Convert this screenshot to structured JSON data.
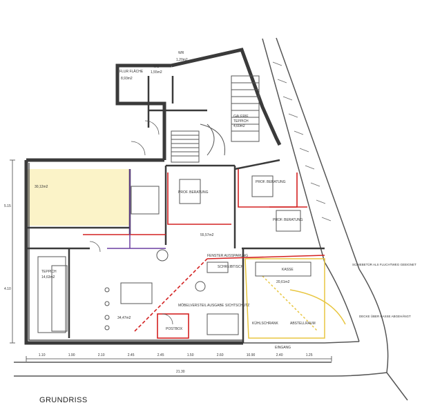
{
  "caption": "GRUNDRISS",
  "room_labels": {
    "flur_top": "FLUR FLÄCHE",
    "wc": "WC",
    "wc_area": "1,55m2",
    "wr": "WR",
    "wr_area": "1,20m2",
    "flur_area": "8,93m2",
    "galerie": "GALERIE",
    "galerie_sub": "TEPPICH",
    "galerie_area": "4,60m2",
    "office_left": "30,12m2",
    "prof_beratung_1": "PROF. BERATUNG",
    "prof_beratung_2": "PROF. BERATUNG",
    "prof_beratung_3": "PROF. BERATUNG",
    "center_area": "55,57m2",
    "storage": "SCHREIBTISCH",
    "kasse": "KASSE",
    "window_note": "FENSTER AUSSPARUNG",
    "left_room": "TEPPICH",
    "left_room_area": "14,63m2",
    "main_area": "34,47m2",
    "mobelversteil": "MÖBELVERSTEIL",
    "post": "POSTBOX",
    "ausgabe": "AUSGABE",
    "sichtschutz": "SICHTSCHUTZ",
    "right_area": "20,61m2",
    "kuehl": "KÜHLSCHRANK",
    "abstell": "ABSTELLRAUM",
    "eingang": "EINGANG",
    "note_right_1": "SCHIEBETÜR ALS FLUCHTWEG GEEIGNET",
    "note_right_2": "DECKE ÜBER KASSE ABGEHÄNGT"
  },
  "dimensions": {
    "bottom": [
      "1.10",
      "1.90",
      "2.10",
      "2.45",
      "2.45",
      "1.50",
      "2.60",
      "10.90",
      "2.40",
      "1.25"
    ],
    "total": "21.30",
    "left": [
      "5.15",
      "4.10"
    ]
  },
  "colors": {
    "line": "#3a3a3a",
    "red": "#d32020",
    "yellow": "#e8c640",
    "purple": "#6a3fa0",
    "wall_fill": "#e6e6e6"
  }
}
